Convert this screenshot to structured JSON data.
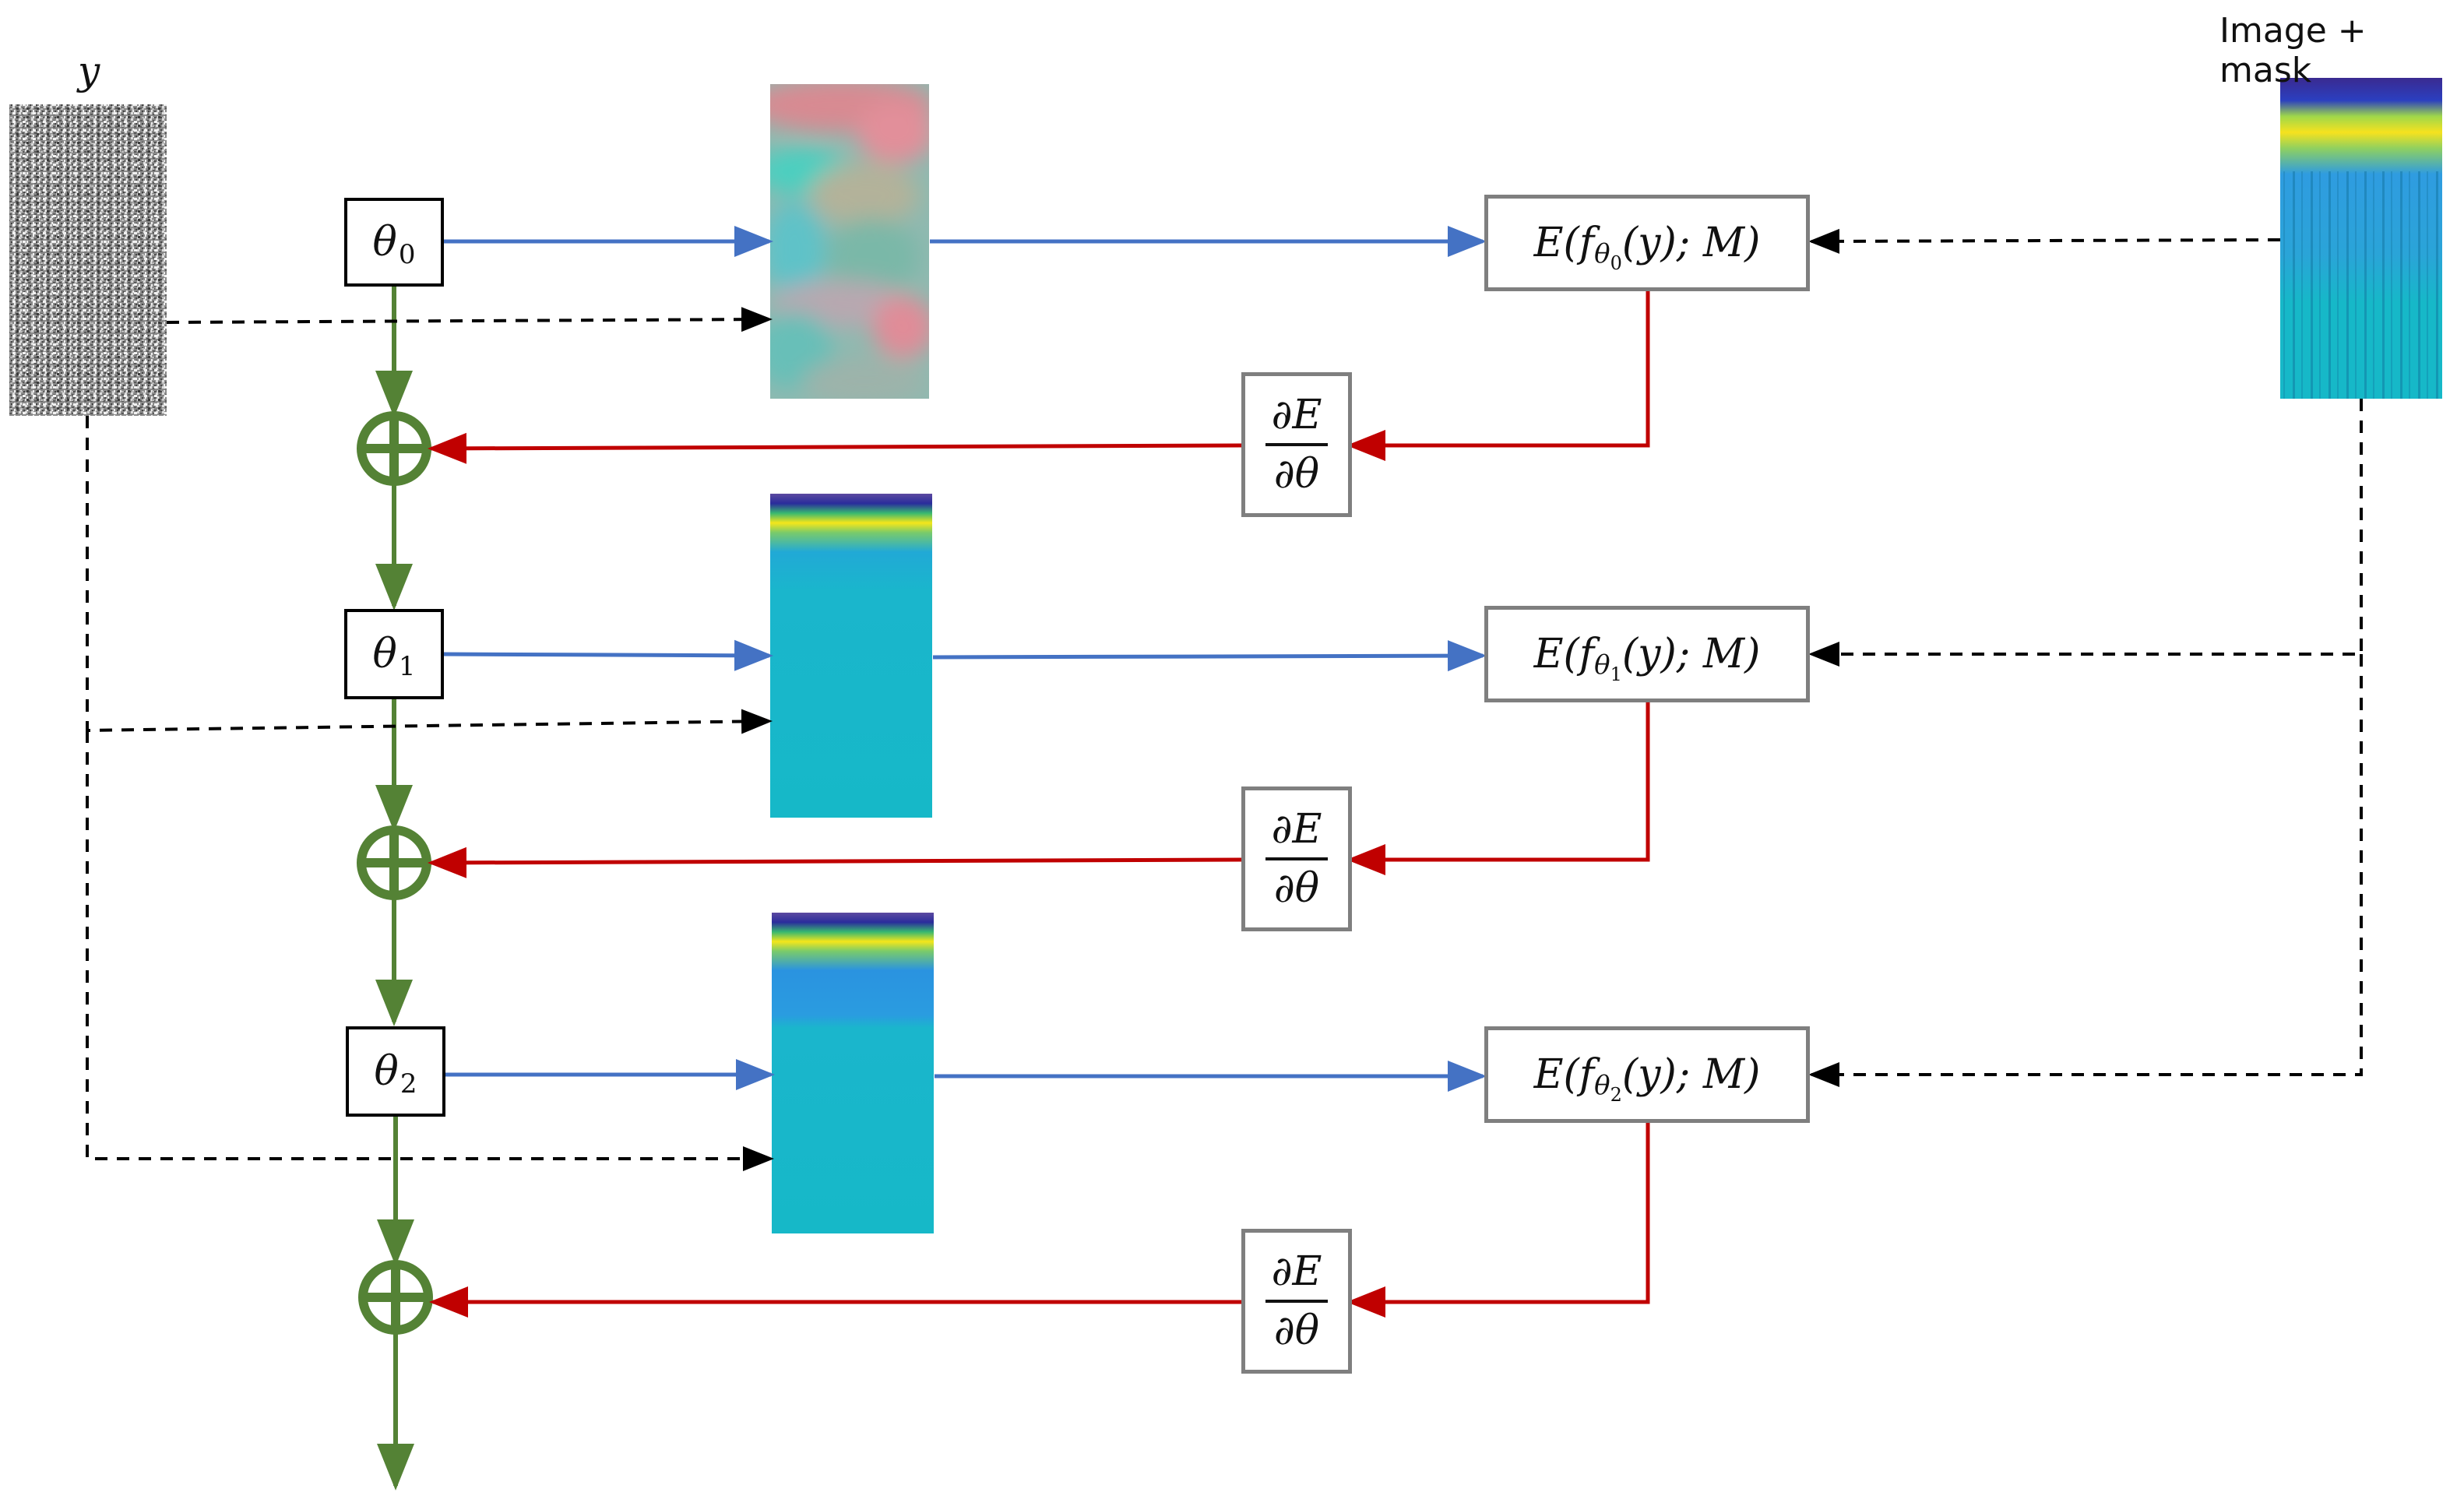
{
  "labels": {
    "noise_input": "y",
    "image_mask": "Image + mask"
  },
  "params": [
    {
      "symbol": "θ",
      "sub": "0"
    },
    {
      "symbol": "θ",
      "sub": "1"
    },
    {
      "symbol": "θ",
      "sub": "2"
    }
  ],
  "energy": {
    "E": "E(",
    "f": "f",
    "theta": "θ",
    "tail": "(y); M)",
    "subs": [
      "0",
      "1",
      "2"
    ]
  },
  "gradient": {
    "numerator": "∂E",
    "denominator": "∂θ"
  },
  "colors": {
    "forward_arrow": "#4472c4",
    "gradient_arrow": "#c00000",
    "update_path": "#548235",
    "dashed_input": "#000000",
    "box_border": "#7f7f7f",
    "teal_base": "#16b8c8"
  }
}
